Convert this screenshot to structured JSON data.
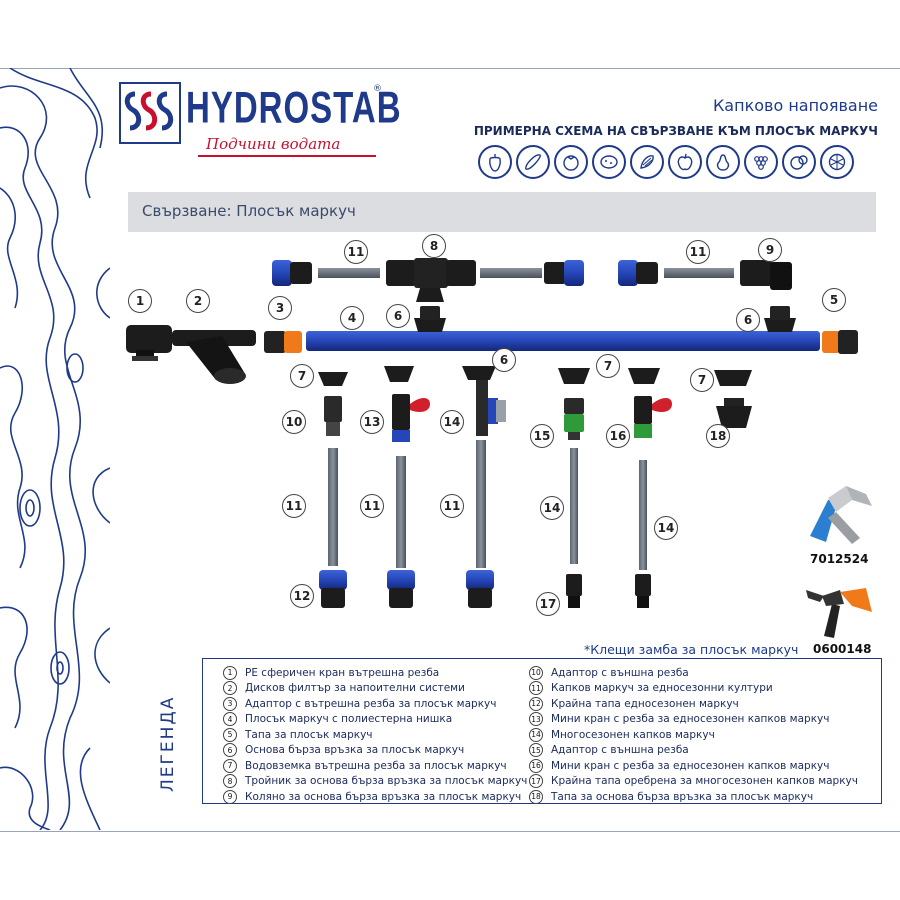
{
  "brand": {
    "name": "HYDROSTAB",
    "registered": "®",
    "slogan": "Подчини водата"
  },
  "header": {
    "title": "Капково напояване",
    "subtitle": "ПРИМЕРНА СХЕМА НА СВЪРЗВАНЕ КЪМ ПЛОСЪК МАРКУЧ",
    "crop_icons": [
      "pepper-icon",
      "cucumber-icon",
      "tomato-icon",
      "potato-icon",
      "corn-icon",
      "apple-icon",
      "pear-icon",
      "grape-icon",
      "citrus-icon",
      "melon-icon"
    ]
  },
  "section": {
    "label": "Свързване: Плосък маркуч"
  },
  "diagram": {
    "numbers": [
      "1",
      "2",
      "3",
      "4",
      "5",
      "6",
      "6",
      "6",
      "7",
      "7",
      "7",
      "8",
      "9",
      "10",
      "11",
      "11",
      "11",
      "11",
      "11",
      "12",
      "13",
      "14",
      "14",
      "14",
      "15",
      "16",
      "17",
      "18"
    ]
  },
  "tools": {
    "note": "*Клещи замба за плосък маркуч",
    "code1": "7012524",
    "code2": "0600148"
  },
  "legend": {
    "title": "ЛЕГЕНДА",
    "items": [
      {
        "num": "1",
        "text": "PE сферичен кран вътрешна резба"
      },
      {
        "num": "2",
        "text": "Дисков филтър за напоителни системи"
      },
      {
        "num": "3",
        "text": "Адаптор с вътрешна резба за плосък маркуч"
      },
      {
        "num": "4",
        "text": "Плосък маркуч с полиестерна нишка"
      },
      {
        "num": "5",
        "text": "Тапа за плосък маркуч"
      },
      {
        "num": "6",
        "text": "Основа бърза връзка за плосък маркуч"
      },
      {
        "num": "7",
        "text": "Водовземка вътрешна резба за плосък маркуч"
      },
      {
        "num": "8",
        "text": "Тройник за основа бърза връзка за плосък маркуч"
      },
      {
        "num": "9",
        "text": "Коляно за основа бърза връзка за плосък маркуч"
      },
      {
        "num": "10",
        "text": "Адаптор с външна резба"
      },
      {
        "num": "11",
        "text": "Капков маркуч за едносезонни култури"
      },
      {
        "num": "12",
        "text": "Крайна тапа едносезонен маркуч"
      },
      {
        "num": "13",
        "text": "Мини кран с резба за едносезонен капков маркуч"
      },
      {
        "num": "14",
        "text": "Многосезонен капков маркуч"
      },
      {
        "num": "15",
        "text": "Адаптор с външна резба"
      },
      {
        "num": "16",
        "text": "Мини кран с резба за едносезонен капков маркуч"
      },
      {
        "num": "17",
        "text": "Крайна тапа оребрена за многосезонен капков маркуч"
      },
      {
        "num": "18",
        "text": "Тапа за основа бърза връзка за плосък маркуч"
      }
    ]
  },
  "colors": {
    "brand_blue": "#1f3a8a",
    "brand_red": "#c8102e",
    "pipe_blue": "#2546b8",
    "fitting_orange": "#f07a1a",
    "fitting_green": "#2f9a3a",
    "valve_red": "#d0202c"
  }
}
